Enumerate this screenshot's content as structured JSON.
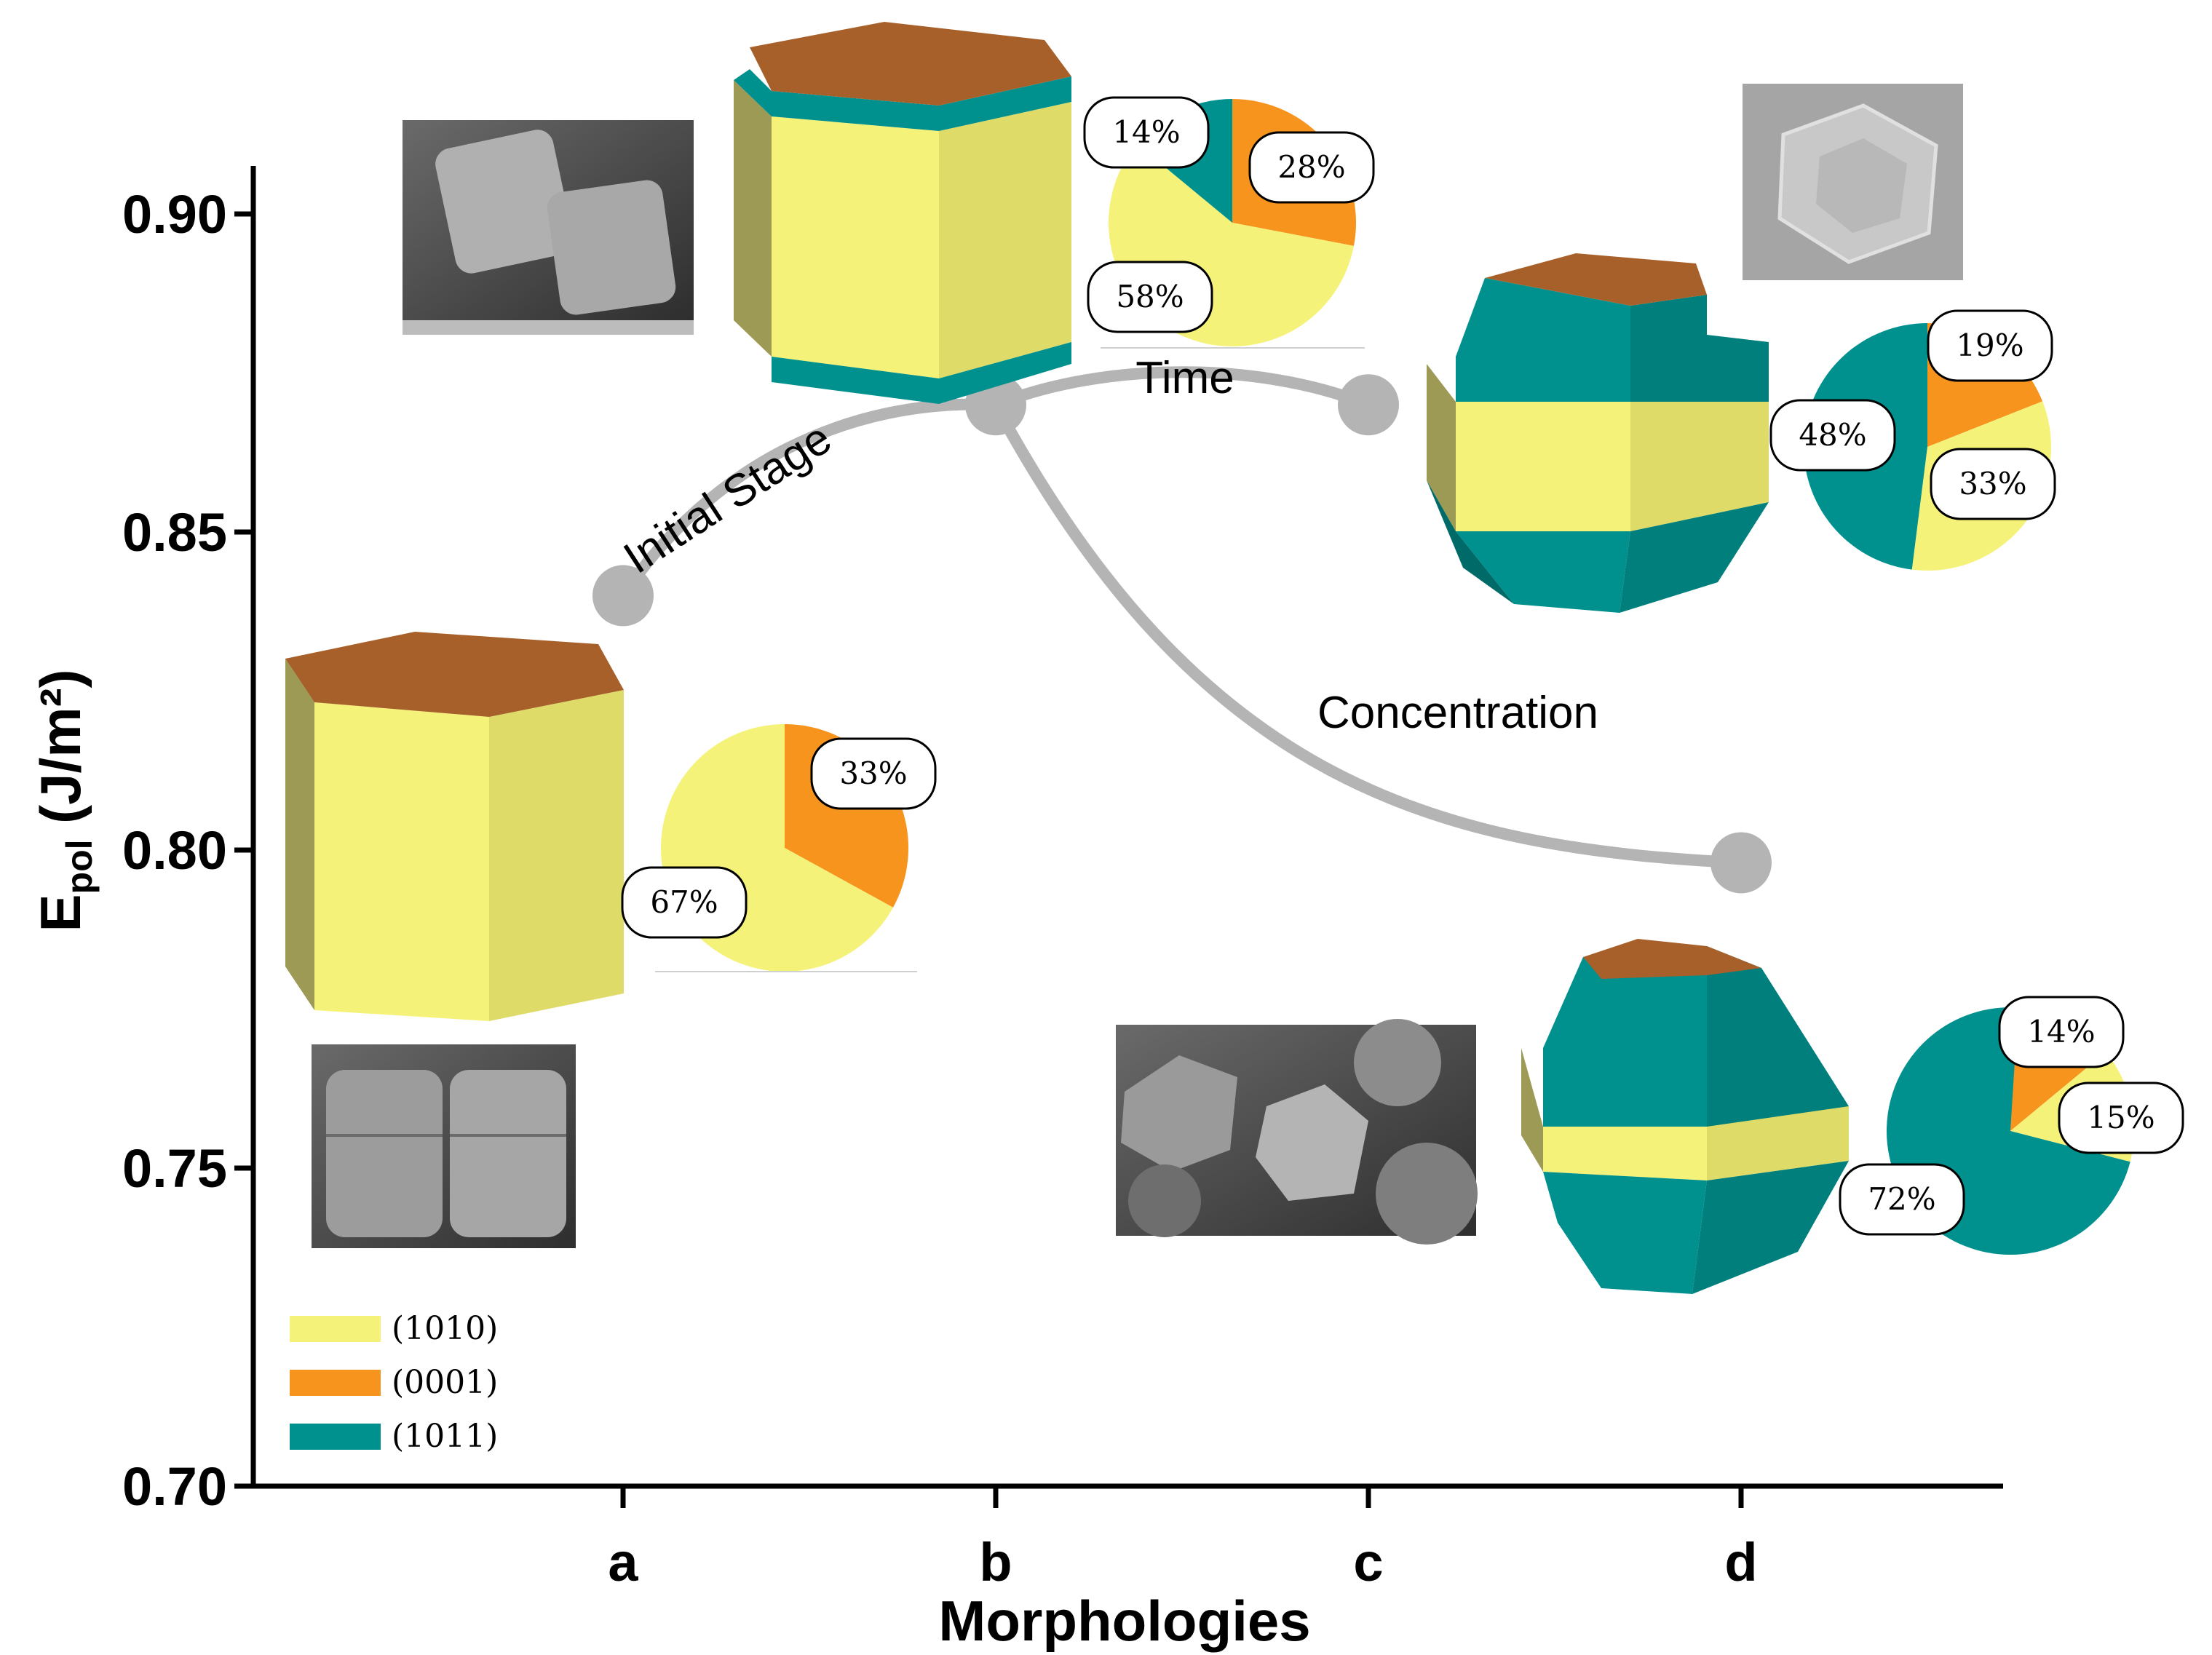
{
  "chart_data": {
    "type": "line",
    "xlabel": "Morphologies",
    "ylabel": "E",
    "ylabel_sub": "pol",
    "ylabel_unit": " (J/m²)",
    "categories": [
      "a",
      "b",
      "c",
      "d"
    ],
    "ylim": [
      0.7,
      0.91
    ],
    "yticks": [
      "0.70",
      "0.75",
      "0.80",
      "0.85",
      "0.90"
    ],
    "points": [
      {
        "x": "a",
        "y": 0.84
      },
      {
        "x": "b",
        "y": 0.87
      },
      {
        "x": "c",
        "y": 0.87
      },
      {
        "x": "d",
        "y": 0.798
      }
    ],
    "paths": [
      {
        "from": "a",
        "to": "b",
        "label": "Initial Stage"
      },
      {
        "from": "b",
        "to": "c",
        "label": "Time"
      },
      {
        "from": "b",
        "to": "d",
        "label": "Concentration"
      }
    ],
    "facet_fractions": {
      "a": [
        {
          "facet": "(1010)",
          "pct": "67%"
        },
        {
          "facet": "(0001)",
          "pct": "33%"
        }
      ],
      "b": [
        {
          "facet": "(1010)",
          "pct": "58%"
        },
        {
          "facet": "(0001)",
          "pct": "28%"
        },
        {
          "facet": "(1011)",
          "pct": "14%"
        }
      ],
      "c": [
        {
          "facet": "(1010)",
          "pct": "33%"
        },
        {
          "facet": "(0001)",
          "pct": "19%"
        },
        {
          "facet": "(1011)",
          "pct": "48%"
        }
      ],
      "d": [
        {
          "facet": "(1010)",
          "pct": "15%"
        },
        {
          "facet": "(0001)",
          "pct": "14%"
        },
        {
          "facet": "(1011)",
          "pct": "72%"
        }
      ]
    },
    "legend": [
      {
        "label": "(1010)",
        "color": "#f5f27a"
      },
      {
        "label": "(0001)",
        "color": "#f7941d"
      },
      {
        "label": "(1011)",
        "color": "#00918e"
      }
    ],
    "grid": false
  },
  "colors": {
    "prism": "#f5f27a",
    "basal": "#f7941d",
    "pyramid": "#00918e",
    "top_face": "#a8602a",
    "connector": "#b4b4b4",
    "marker": "#b4b4b4"
  }
}
